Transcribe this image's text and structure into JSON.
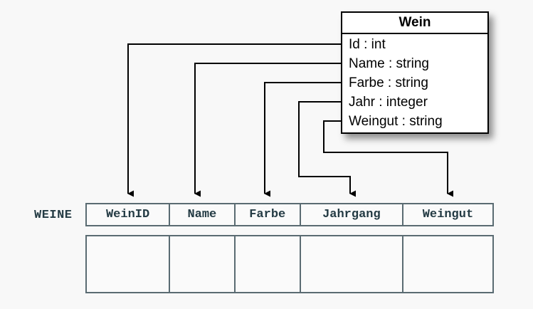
{
  "diagram": {
    "background_color": "#f8f8f8",
    "connector_color": "#000000",
    "table_border_color": "#5a6b72",
    "table_text_color": "#243b44"
  },
  "uml_class": {
    "name": "Wein",
    "attributes": [
      "Id : int",
      "Name : string",
      "Farbe : string",
      "Jahr : integer",
      "Weingut : string"
    ]
  },
  "relational_table": {
    "label": "WEINE",
    "columns": [
      "WeinID",
      "Name",
      "Farbe",
      "Jahrgang",
      "Weingut"
    ],
    "rows": [
      [
        "",
        "",
        "",
        "",
        ""
      ]
    ]
  },
  "mappings": [
    {
      "from": "Id : int",
      "to": "WeinID"
    },
    {
      "from": "Name : string",
      "to": "Name"
    },
    {
      "from": "Farbe : string",
      "to": "Farbe"
    },
    {
      "from": "Jahr : integer",
      "to": "Jahrgang"
    },
    {
      "from": "Weingut : string",
      "to": "Weingut"
    }
  ]
}
